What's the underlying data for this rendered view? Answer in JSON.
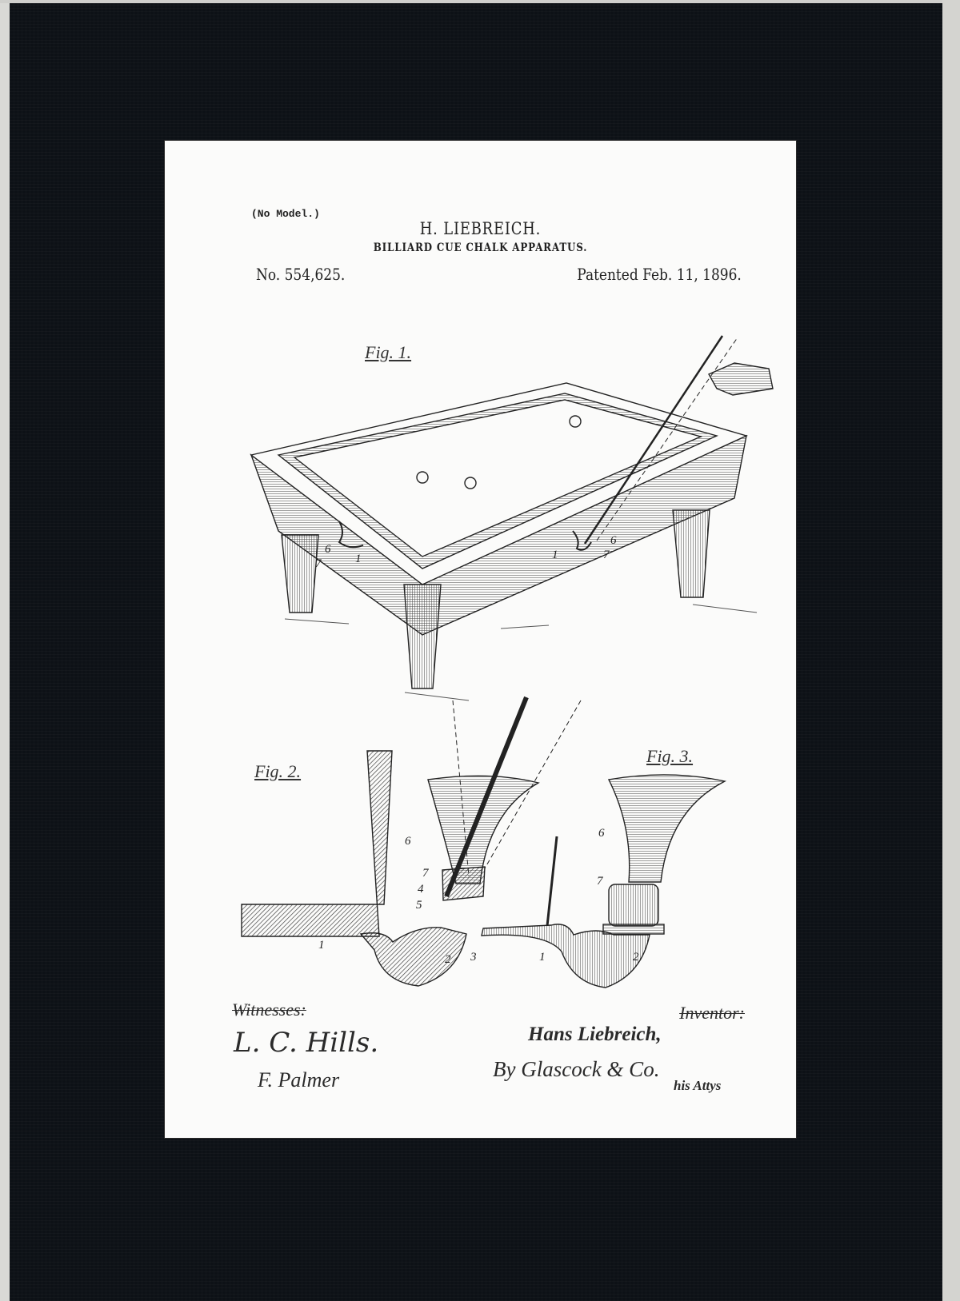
{
  "frame": {
    "mat_color": "#0d1116",
    "print_color": "#fbfbfa"
  },
  "patent": {
    "model_note": "(No Model.)",
    "inventor_heading": "H. LIEBREICH.",
    "title": "BILLIARD CUE CHALK APPARATUS.",
    "number": "No. 554,625.",
    "date": "Patented Feb. 11, 1896."
  },
  "figures": [
    {
      "label": "Fig. 1.",
      "callouts": [
        "6",
        "7",
        "1",
        "6",
        "7",
        "1"
      ]
    },
    {
      "label": "Fig. 2.",
      "callouts": [
        "6",
        "7",
        "4",
        "5",
        "1",
        "2",
        "3"
      ]
    },
    {
      "label": "Fig. 3.",
      "callouts": [
        "6",
        "7",
        "1",
        "2"
      ]
    }
  ],
  "signatures": {
    "witnesses_label": "Witnesses:",
    "witness_1": "L. C. Hills.",
    "witness_2": "F. Palmer",
    "inventor_label": "Inventor:",
    "inventor_name": "Hans Liebreich,",
    "attorneys": "By Glascock & Co.",
    "attorneys_suffix": "his Attys"
  }
}
